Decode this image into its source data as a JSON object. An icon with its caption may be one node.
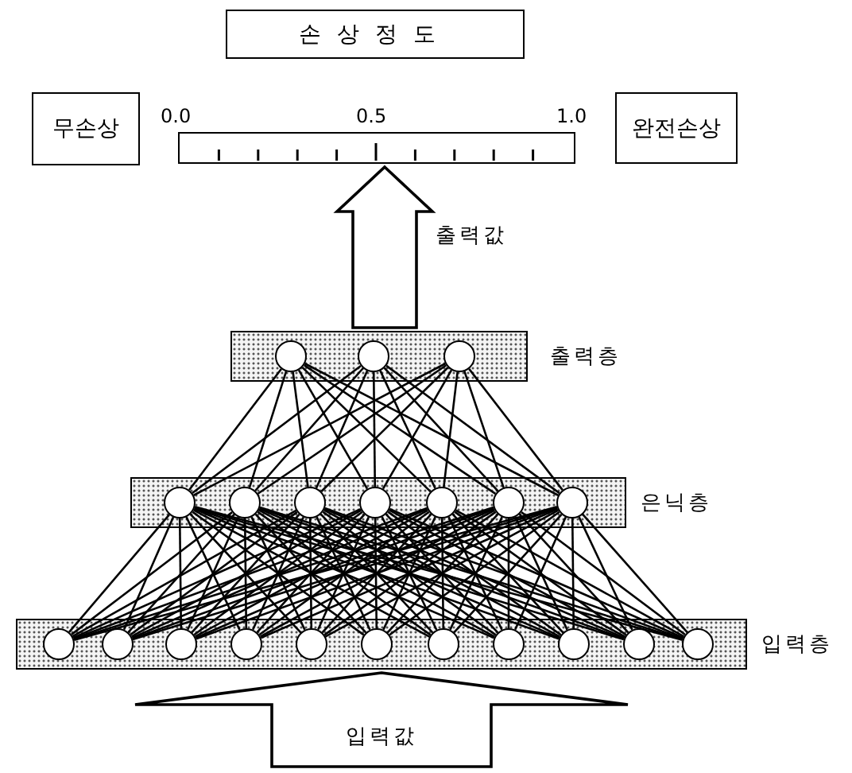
{
  "diagram": {
    "nodes": [
      {
        "text": [
          "손상정도"
        ]
      },
      {
        "text": [
          "무손상"
        ]
      },
      {
        "text": [],
        "shape": "bar"
      },
      {
        "text": [
          "완전손상"
        ]
      },
      {
        "text": [
          "출력층"
        ]
      },
      {
        "text": [],
        "shape": "circle",
        "in": 4
      },
      {
        "text": [],
        "shape": "circle",
        "in": 4
      },
      {
        "text": [],
        "shape": "circle",
        "in": 4
      },
      {
        "text": [
          "은닉층"
        ]
      },
      {
        "text": [],
        "shape": "circle",
        "in": 8
      },
      {
        "text": [],
        "shape": "circle",
        "in": 8
      },
      {
        "text": [],
        "shape": "circle",
        "in": 8
      },
      {
        "text": [],
        "shape": "circle",
        "in": 8
      },
      {
        "text": [],
        "shape": "circle",
        "in": 8
      },
      {
        "text": [],
        "shape": "circle",
        "in": 8
      },
      {
        "text": [],
        "shape": "circle",
        "in": 8
      },
      {
        "text": [
          "입력층"
        ]
      },
      {
        "text": [],
        "shape": "circle",
        "in": 16
      },
      {
        "text": [],
        "shape": "circle",
        "in": 16
      },
      {
        "text": [],
        "shape": "circle",
        "in": 16
      },
      {
        "text": [],
        "shape": "circle",
        "in": 16
      },
      {
        "text": [],
        "shape": "circle",
        "in": 16
      },
      {
        "text": [],
        "shape": "circle",
        "in": 16
      },
      {
        "text": [],
        "shape": "circle",
        "in": 16
      },
      {
        "text": [],
        "shape": "circle",
        "in": 16
      },
      {
        "text": [],
        "shape": "circle",
        "in": 16
      },
      {
        "text": [],
        "shape": "circle",
        "in": 16
      },
      {
        "text": [],
        "shape": "circle",
        "in": 16
      }
    ],
    "edges": [
      {
        "from": 4,
        "to": 2,
        "arrow": "to",
        "label": "출력값",
        "style": "thick"
      },
      {
        "from": null,
        "to": 16,
        "arrow": "to",
        "label": "입력값",
        "style": "thick"
      },
      {
        "from": 17,
        "to": 9,
        "arrow": "none"
      },
      {
        "from": 17,
        "to": 10,
        "arrow": "none"
      },
      {
        "from": 17,
        "to": 11,
        "arrow": "none"
      },
      {
        "from": 17,
        "to": 12,
        "arrow": "none"
      },
      {
        "from": 17,
        "to": 13,
        "arrow": "none"
      },
      {
        "from": 17,
        "to": 14,
        "arrow": "none"
      },
      {
        "from": 17,
        "to": 15,
        "arrow": "none"
      },
      {
        "from": 18,
        "to": 9,
        "arrow": "none"
      },
      {
        "from": 18,
        "to": 10,
        "arrow": "none"
      },
      {
        "from": 18,
        "to": 11,
        "arrow": "none"
      },
      {
        "from": 18,
        "to": 12,
        "arrow": "none"
      },
      {
        "from": 18,
        "to": 13,
        "arrow": "none"
      },
      {
        "from": 18,
        "to": 14,
        "arrow": "none"
      },
      {
        "from": 18,
        "to": 15,
        "arrow": "none"
      },
      {
        "from": 19,
        "to": 9,
        "arrow": "none"
      },
      {
        "from": 19,
        "to": 10,
        "arrow": "none"
      },
      {
        "from": 19,
        "to": 11,
        "arrow": "none"
      },
      {
        "from": 19,
        "to": 12,
        "arrow": "none"
      },
      {
        "from": 19,
        "to": 13,
        "arrow": "none"
      },
      {
        "from": 19,
        "to": 14,
        "arrow": "none"
      },
      {
        "from": 19,
        "to": 15,
        "arrow": "none"
      },
      {
        "from": 20,
        "to": 9,
        "arrow": "none"
      },
      {
        "from": 20,
        "to": 10,
        "arrow": "none"
      },
      {
        "from": 20,
        "to": 11,
        "arrow": "none"
      },
      {
        "from": 20,
        "to": 12,
        "arrow": "none"
      },
      {
        "from": 20,
        "to": 13,
        "arrow": "none"
      },
      {
        "from": 20,
        "to": 14,
        "arrow": "none"
      },
      {
        "from": 20,
        "to": 15,
        "arrow": "none"
      },
      {
        "from": 21,
        "to": 9,
        "arrow": "none"
      },
      {
        "from": 21,
        "to": 10,
        "arrow": "none"
      },
      {
        "from": 21,
        "to": 11,
        "arrow": "none"
      },
      {
        "from": 21,
        "to": 12,
        "arrow": "none"
      },
      {
        "from": 21,
        "to": 13,
        "arrow": "none"
      },
      {
        "from": 21,
        "to": 14,
        "arrow": "none"
      },
      {
        "from": 21,
        "to": 15,
        "arrow": "none"
      },
      {
        "from": 22,
        "to": 9,
        "arrow": "none"
      },
      {
        "from": 22,
        "to": 10,
        "arrow": "none"
      },
      {
        "from": 22,
        "to": 11,
        "arrow": "none"
      },
      {
        "from": 22,
        "to": 12,
        "arrow": "none"
      },
      {
        "from": 22,
        "to": 13,
        "arrow": "none"
      },
      {
        "from": 22,
        "to": 14,
        "arrow": "none"
      },
      {
        "from": 22,
        "to": 15,
        "arrow": "none"
      },
      {
        "from": 23,
        "to": 9,
        "arrow": "none"
      },
      {
        "from": 23,
        "to": 10,
        "arrow": "none"
      },
      {
        "from": 23,
        "to": 11,
        "arrow": "none"
      },
      {
        "from": 23,
        "to": 12,
        "arrow": "none"
      },
      {
        "from": 23,
        "to": 13,
        "arrow": "none"
      },
      {
        "from": 23,
        "to": 14,
        "arrow": "none"
      },
      {
        "from": 23,
        "to": 15,
        "arrow": "none"
      },
      {
        "from": 24,
        "to": 9,
        "arrow": "none"
      },
      {
        "from": 24,
        "to": 10,
        "arrow": "none"
      },
      {
        "from": 24,
        "to": 11,
        "arrow": "none"
      },
      {
        "from": 24,
        "to": 12,
        "arrow": "none"
      },
      {
        "from": 24,
        "to": 13,
        "arrow": "none"
      },
      {
        "from": 24,
        "to": 14,
        "arrow": "none"
      },
      {
        "from": 24,
        "to": 15,
        "arrow": "none"
      },
      {
        "from": 25,
        "to": 9,
        "arrow": "none"
      },
      {
        "from": 25,
        "to": 10,
        "arrow": "none"
      },
      {
        "from": 25,
        "to": 11,
        "arrow": "none"
      },
      {
        "from": 25,
        "to": 12,
        "arrow": "none"
      },
      {
        "from": 25,
        "to": 13,
        "arrow": "none"
      },
      {
        "from": 25,
        "to": 14,
        "arrow": "none"
      },
      {
        "from": 25,
        "to": 15,
        "arrow": "none"
      },
      {
        "from": 26,
        "to": 9,
        "arrow": "none"
      },
      {
        "from": 26,
        "to": 10,
        "arrow": "none"
      },
      {
        "from": 26,
        "to": 11,
        "arrow": "none"
      },
      {
        "from": 26,
        "to": 12,
        "arrow": "none"
      },
      {
        "from": 26,
        "to": 13,
        "arrow": "none"
      },
      {
        "from": 26,
        "to": 14,
        "arrow": "none"
      },
      {
        "from": 26,
        "to": 15,
        "arrow": "none"
      },
      {
        "from": 27,
        "to": 9,
        "arrow": "none"
      },
      {
        "from": 27,
        "to": 10,
        "arrow": "none"
      },
      {
        "from": 27,
        "to": 11,
        "arrow": "none"
      },
      {
        "from": 27,
        "to": 12,
        "arrow": "none"
      },
      {
        "from": 27,
        "to": 13,
        "arrow": "none"
      },
      {
        "from": 27,
        "to": 14,
        "arrow": "none"
      },
      {
        "from": 27,
        "to": 15,
        "arrow": "none"
      },
      {
        "from": 9,
        "to": 5,
        "arrow": "none"
      },
      {
        "from": 9,
        "to": 6,
        "arrow": "none"
      },
      {
        "from": 9,
        "to": 7,
        "arrow": "none"
      },
      {
        "from": 10,
        "to": 5,
        "arrow": "none"
      },
      {
        "from": 10,
        "to": 6,
        "arrow": "none"
      },
      {
        "from": 10,
        "to": 7,
        "arrow": "none"
      },
      {
        "from": 11,
        "to": 5,
        "arrow": "none"
      },
      {
        "from": 11,
        "to": 6,
        "arrow": "none"
      },
      {
        "from": 11,
        "to": 7,
        "arrow": "none"
      },
      {
        "from": 12,
        "to": 5,
        "arrow": "none"
      },
      {
        "from": 12,
        "to": 6,
        "arrow": "none"
      },
      {
        "from": 12,
        "to": 7,
        "arrow": "none"
      },
      {
        "from": 13,
        "to": 5,
        "arrow": "none"
      },
      {
        "from": 13,
        "to": 6,
        "arrow": "none"
      },
      {
        "from": 13,
        "to": 7,
        "arrow": "none"
      },
      {
        "from": 14,
        "to": 5,
        "arrow": "none"
      },
      {
        "from": 14,
        "to": 6,
        "arrow": "none"
      },
      {
        "from": 14,
        "to": 7,
        "arrow": "none"
      },
      {
        "from": 15,
        "to": 5,
        "arrow": "none"
      },
      {
        "from": 15,
        "to": 6,
        "arrow": "none"
      },
      {
        "from": 15,
        "to": 7,
        "arrow": "none"
      }
    ],
    "labels": [
      "0.0",
      "0.5",
      "1.0"
    ]
  }
}
